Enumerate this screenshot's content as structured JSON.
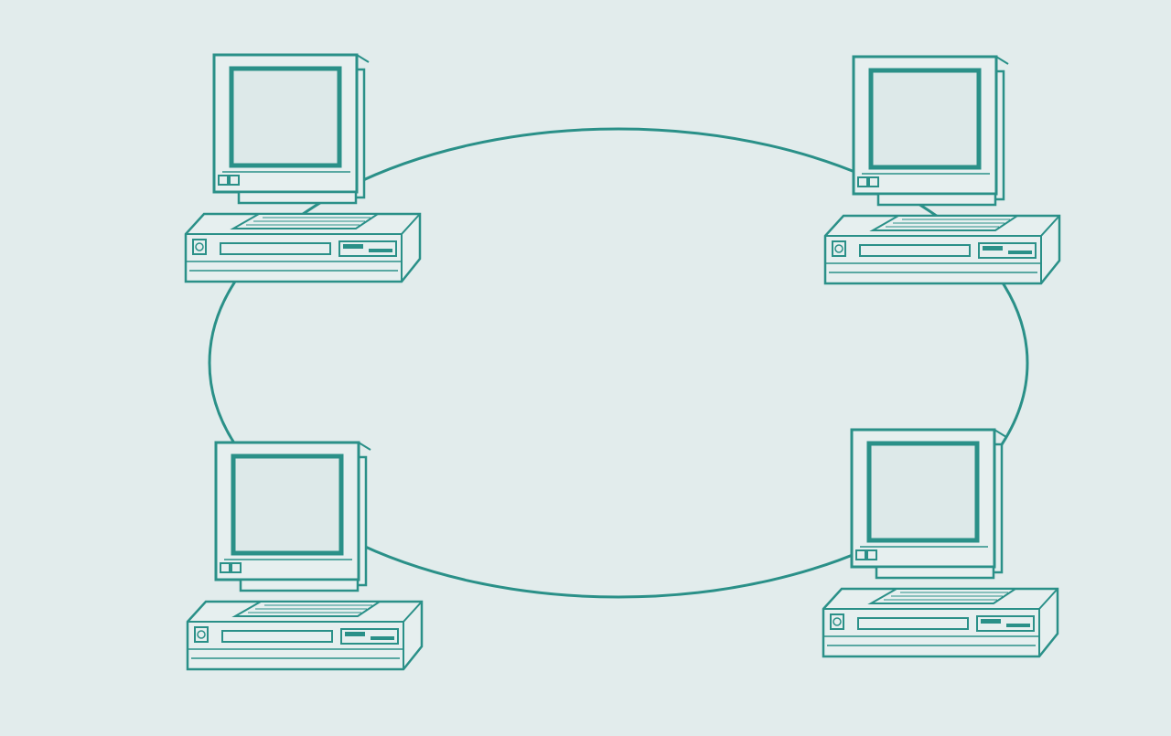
{
  "diagram": {
    "topology": "ring",
    "nodes": [
      {
        "id": "computer-top-left",
        "type": "desktop-computer"
      },
      {
        "id": "computer-top-right",
        "type": "desktop-computer"
      },
      {
        "id": "computer-bottom-left",
        "type": "desktop-computer"
      },
      {
        "id": "computer-bottom-right",
        "type": "desktop-computer"
      }
    ],
    "links": [
      [
        "computer-top-left",
        "computer-top-right"
      ],
      [
        "computer-top-right",
        "computer-bottom-right"
      ],
      [
        "computer-bottom-right",
        "computer-bottom-left"
      ],
      [
        "computer-bottom-left",
        "computer-top-left"
      ]
    ]
  },
  "colors": {
    "background": "#e2ecec",
    "line": "#2a9088",
    "screen": "#dde9e9"
  },
  "icons": {
    "computer": "desktop-computer-icon",
    "monitor": "crt-monitor-icon",
    "keyboard": "keyboard-icon",
    "system_unit": "system-unit-icon"
  }
}
